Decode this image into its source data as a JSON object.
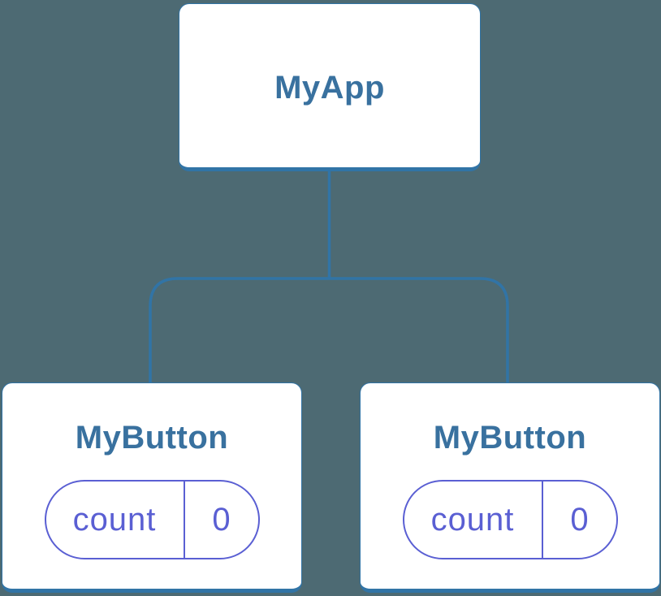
{
  "colors": {
    "background": "#4D6A73",
    "line": "#3174A6",
    "node_bg": "#FFFFFF",
    "node_text": "#39719F",
    "state_accent": "#5A5FD3"
  },
  "tree": {
    "root": {
      "label": "MyApp"
    },
    "children": [
      {
        "label": "MyButton",
        "state": {
          "key": "count",
          "value": "0"
        }
      },
      {
        "label": "MyButton",
        "state": {
          "key": "count",
          "value": "0"
        }
      }
    ]
  }
}
